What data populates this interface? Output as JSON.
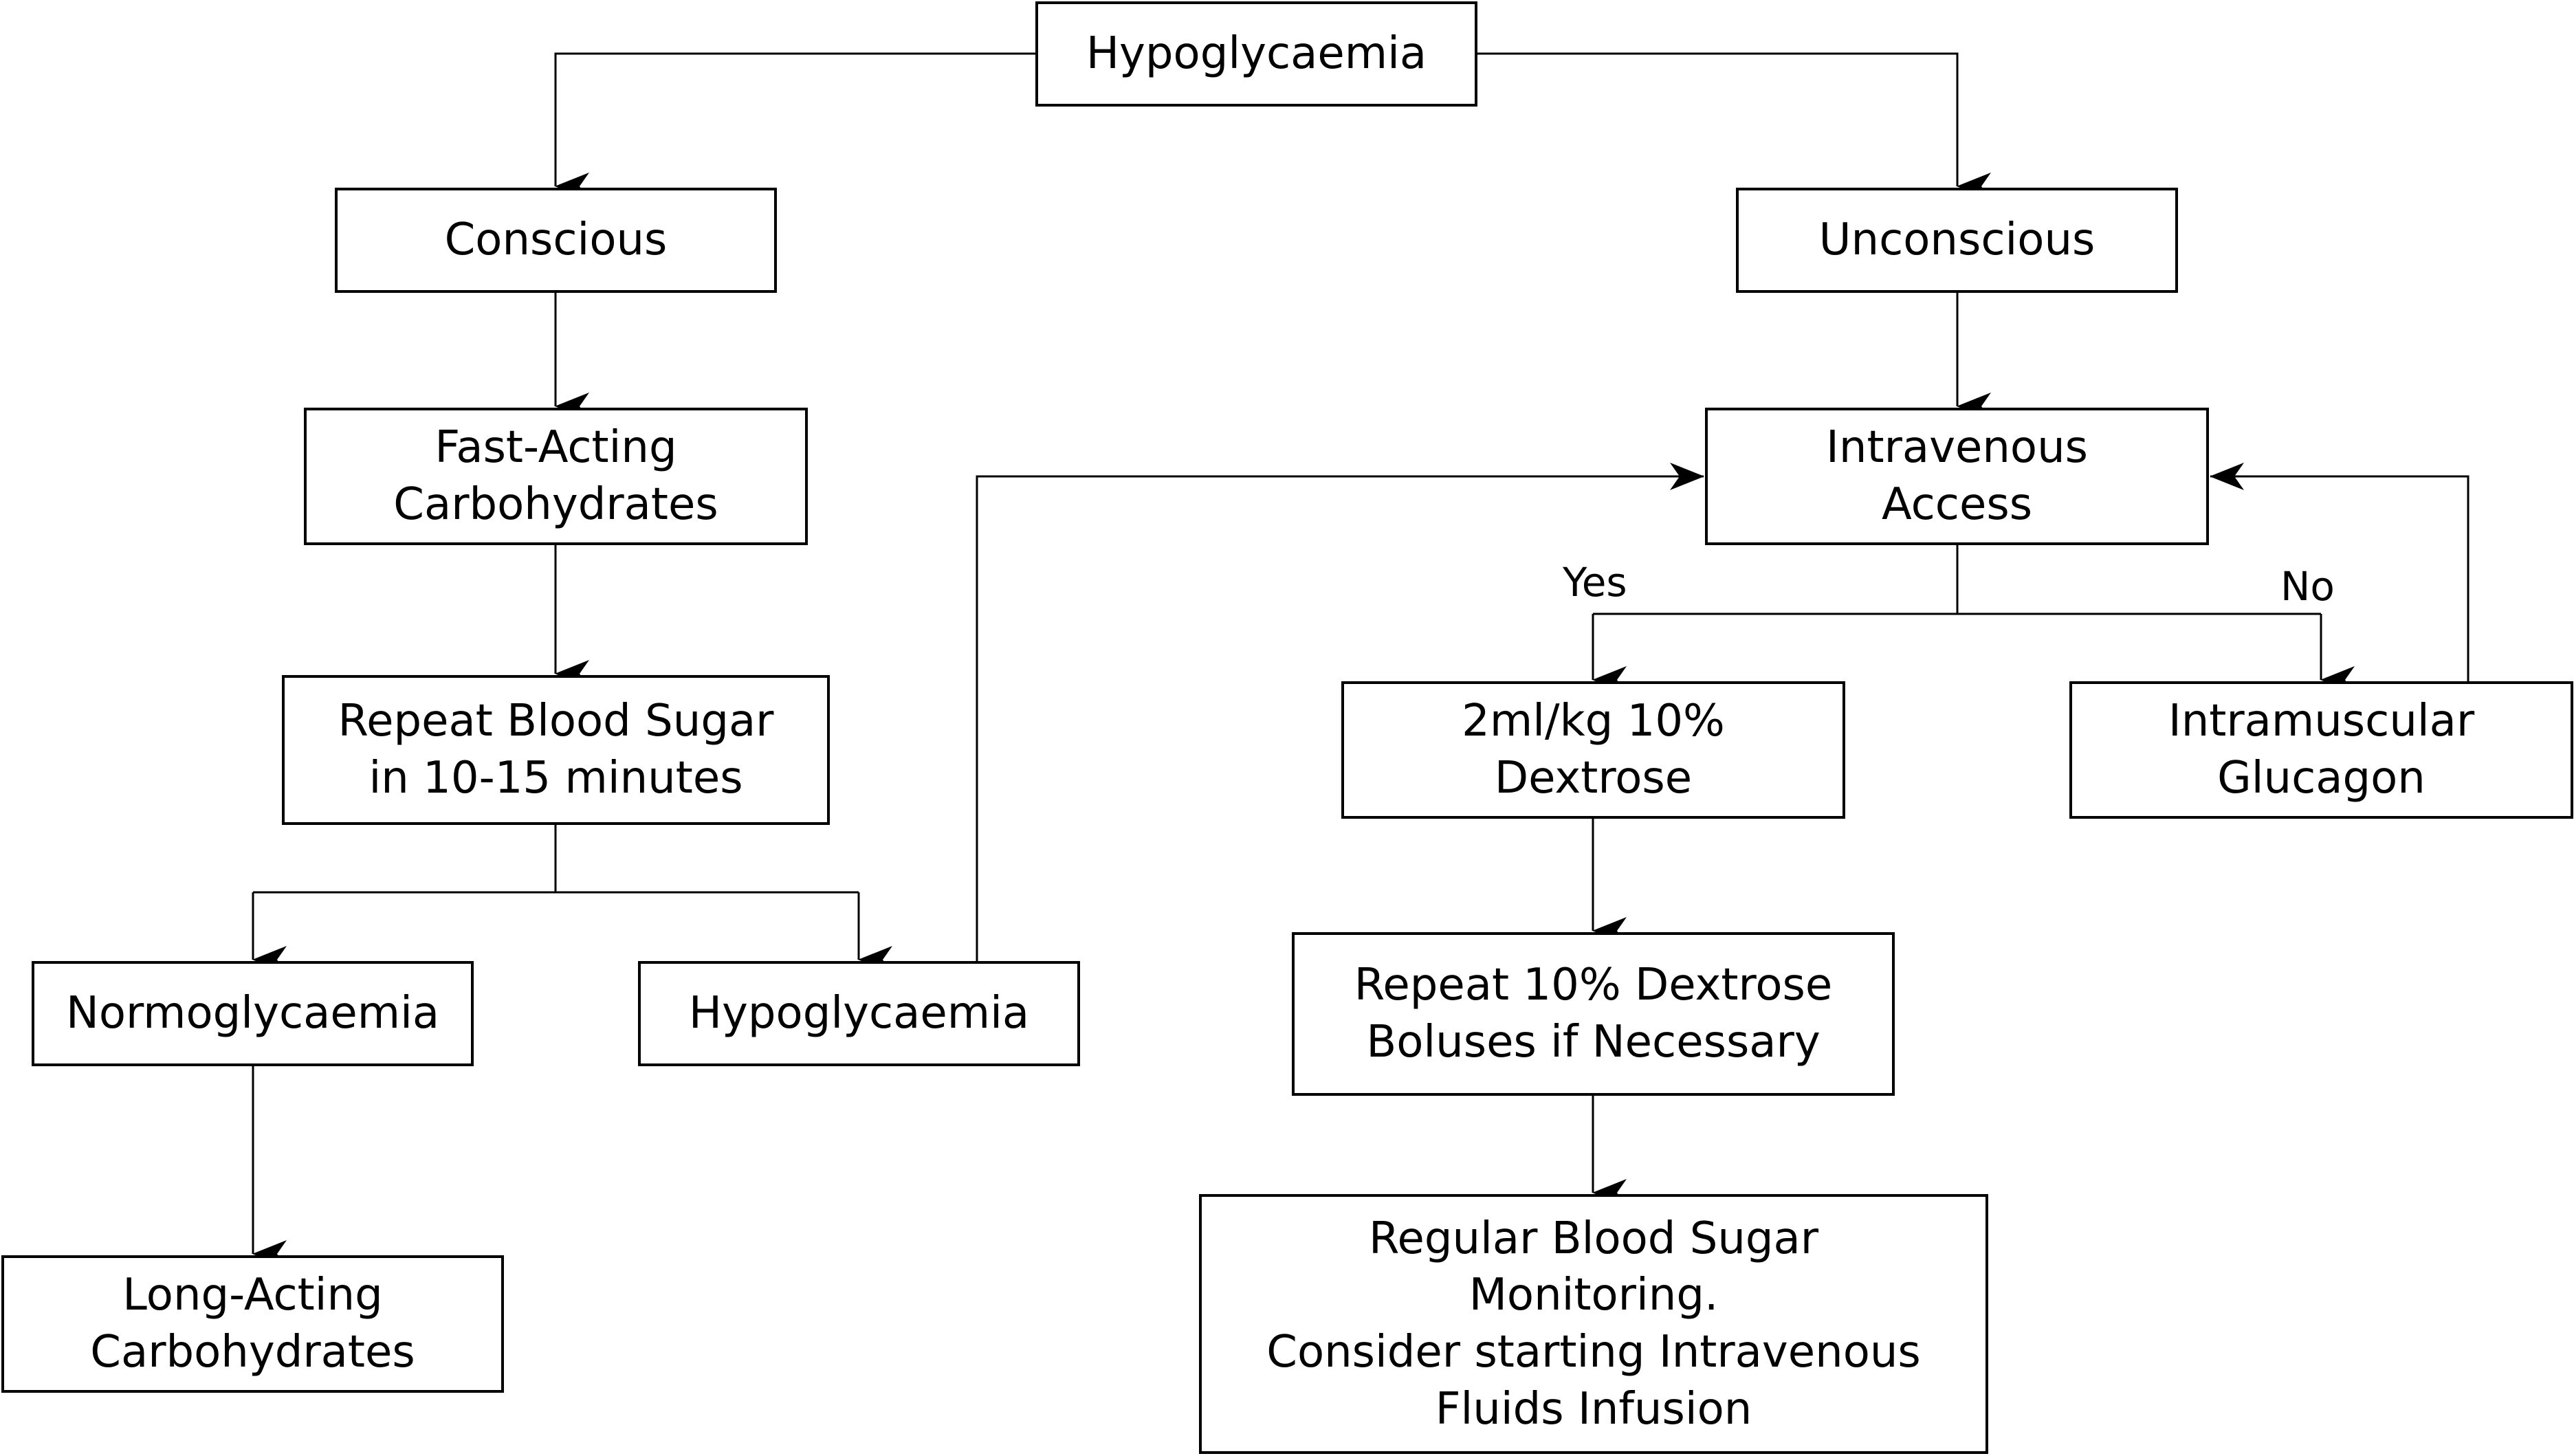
{
  "diagram": {
    "nodes": {
      "hypoglycaemia_top": "Hypoglycaemia",
      "conscious": "Conscious",
      "unconscious": "Unconscious",
      "fast_acting_carbs": "Fast-Acting\nCarbohydrates",
      "intravenous_access": "Intravenous\nAccess",
      "repeat_blood_sugar": "Repeat Blood Sugar\n in 10-15 minutes",
      "dextrose_bolus": "2ml/kg 10%\nDextrose",
      "intramuscular_glucagon": "Intramuscular\nGlucagon",
      "normoglycaemia": "Normoglycaemia",
      "hypoglycaemia_repeat": "Hypoglycaemia",
      "repeat_dextrose": "Repeat 10% Dextrose\nBoluses if Necessary",
      "long_acting_carbs": "Long-Acting\nCarbohydrates",
      "monitoring": "Regular Blood Sugar\nMonitoring.\nConsider starting Intravenous\nFluids Infusion"
    },
    "edge_labels": {
      "yes": "Yes",
      "no": "No"
    },
    "line_color": "#000000",
    "box_border_color": "#000000",
    "background_color": "#ffffff"
  }
}
